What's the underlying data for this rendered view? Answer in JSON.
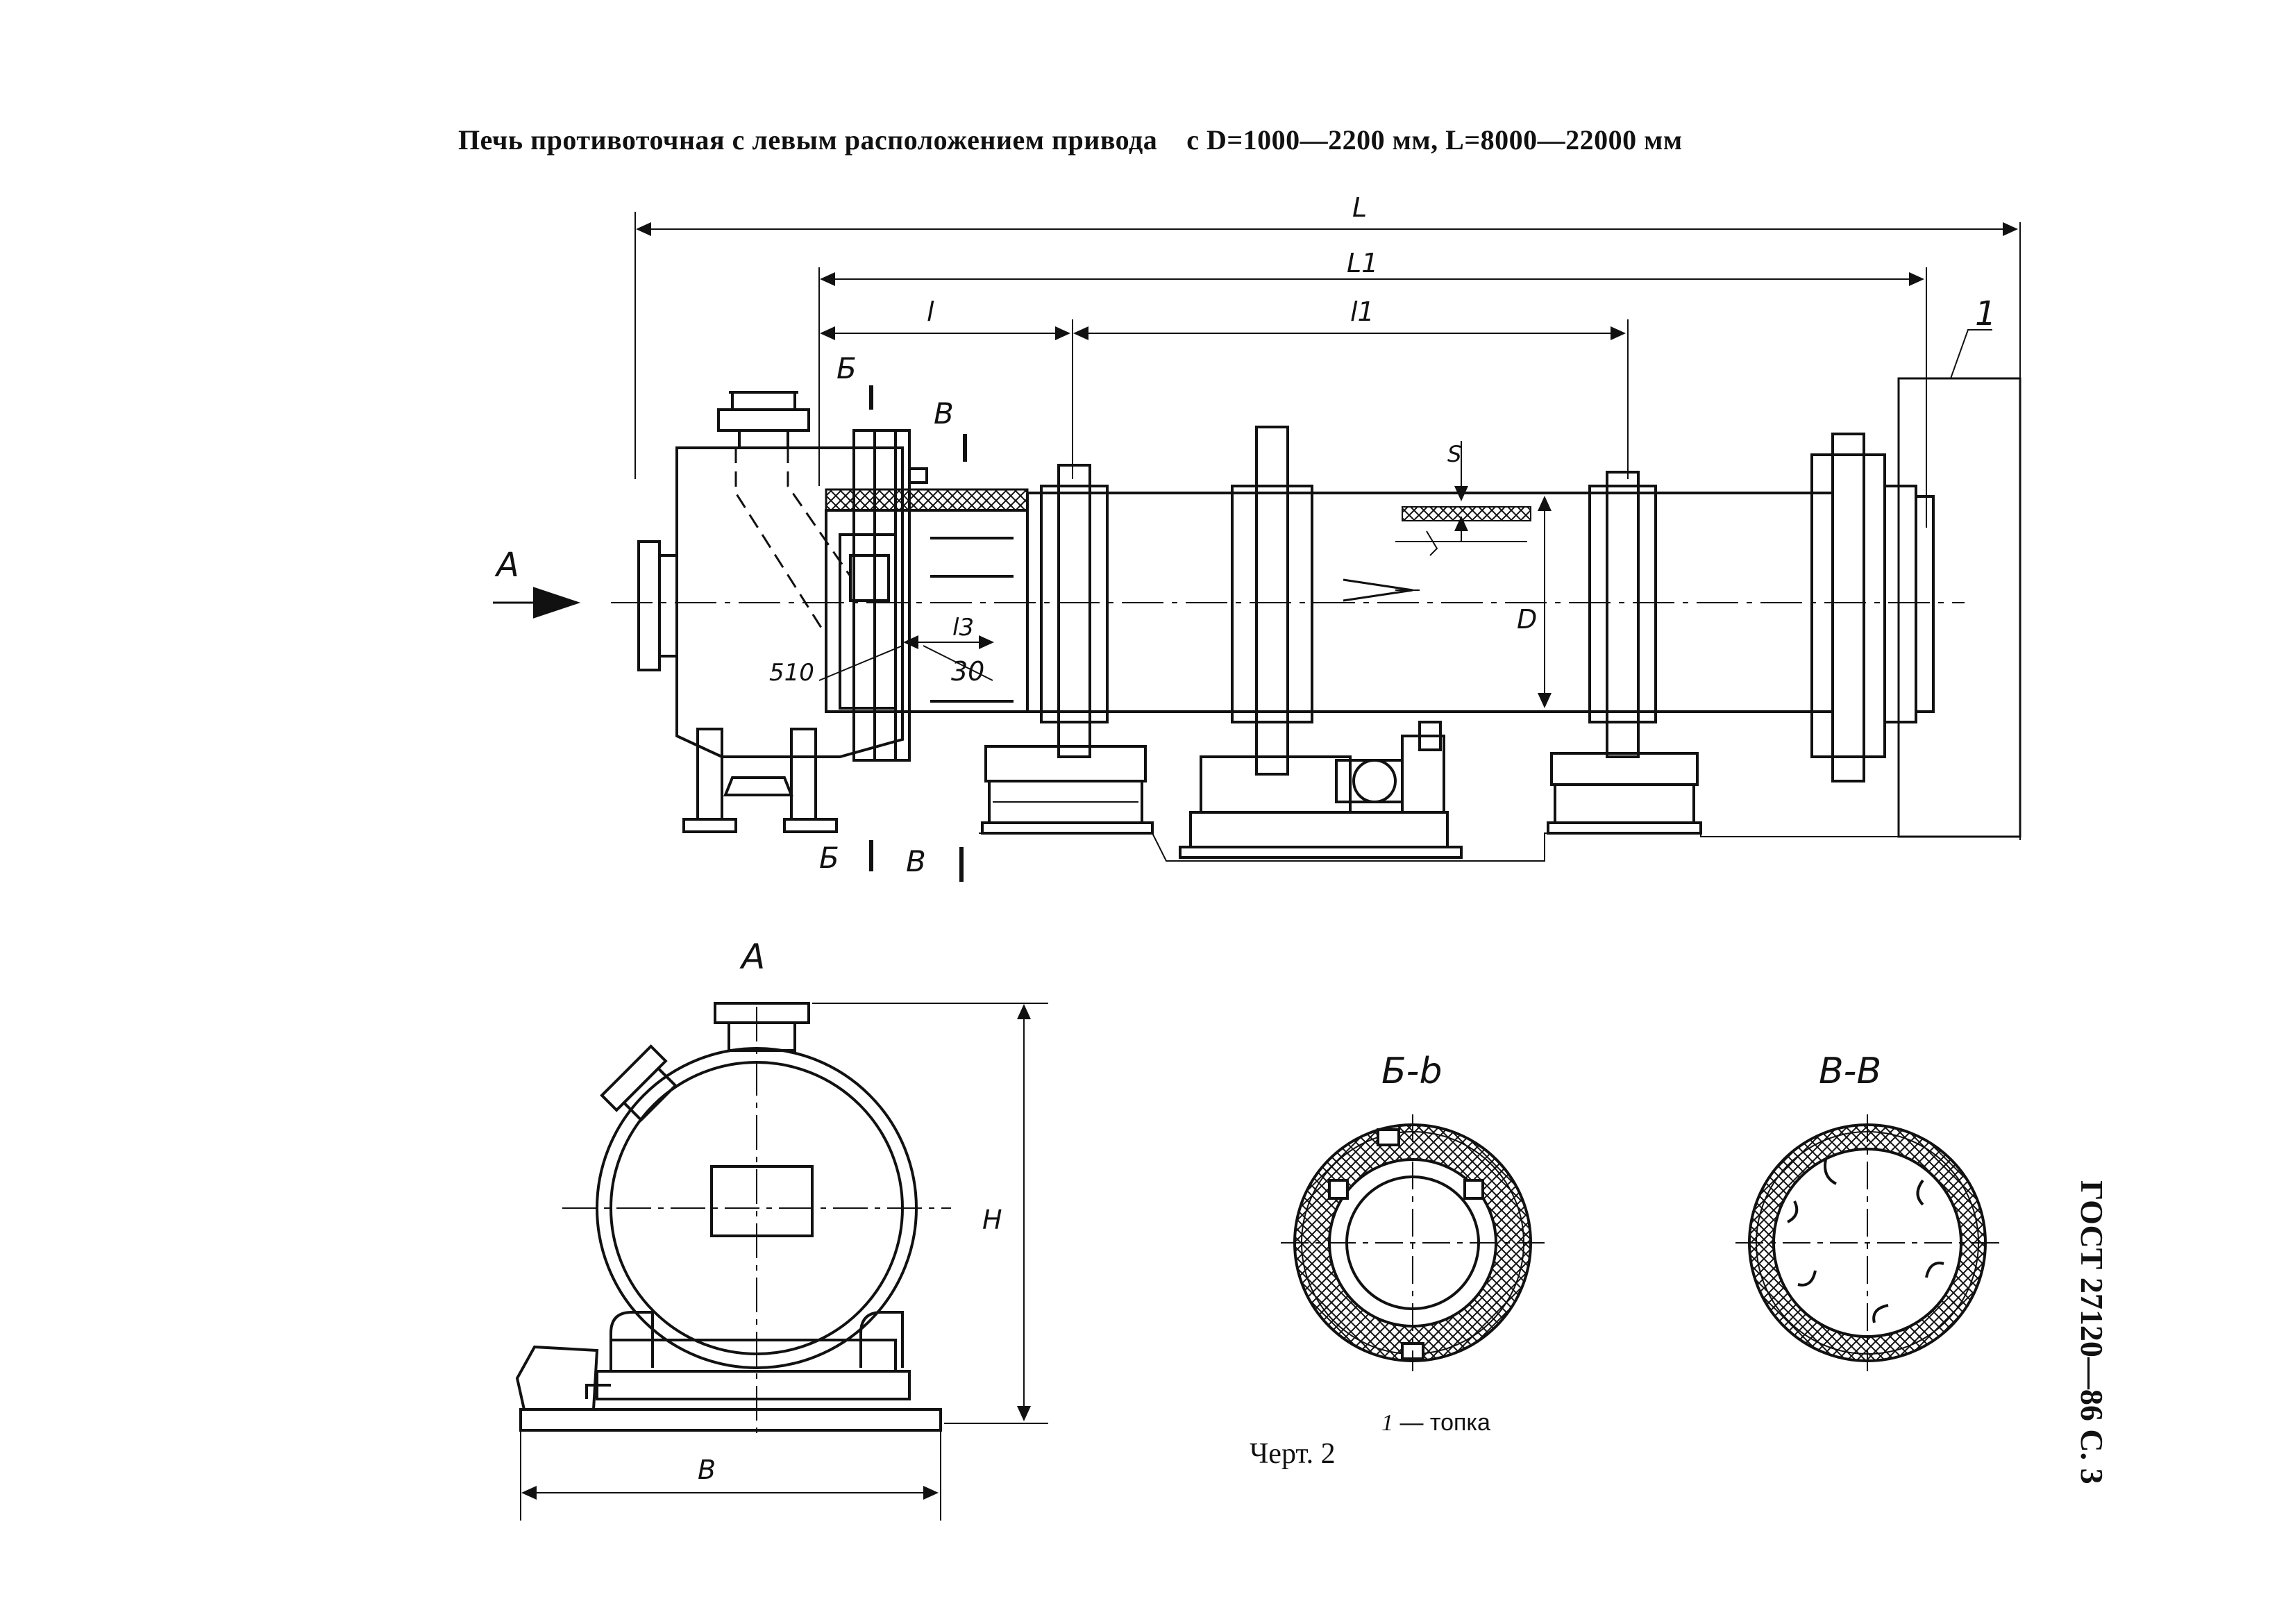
{
  "title": {
    "main": "Печь противоточная с левым расположением привода",
    "range": "с D=1000—2200 мм, L=8000—22000 мм"
  },
  "side_code": "ГОСТ 27120—86 С. 3",
  "caption": "Черт. 2",
  "legend": {
    "num": "1",
    "text": "— топка"
  },
  "labels": {
    "L": "L",
    "L1": "L1",
    "l": "l",
    "l1": "l1",
    "l3": "l3",
    "callout_1": "1",
    "A_arrow": "A",
    "S": "S",
    "D": "D",
    "d510": "510",
    "d30": "30",
    "B_cut": "Б",
    "V_cut": "В",
    "view_A": "A",
    "H": "H",
    "B_width": "B",
    "section_bb": "Б-b",
    "section_vv": "В-В"
  }
}
